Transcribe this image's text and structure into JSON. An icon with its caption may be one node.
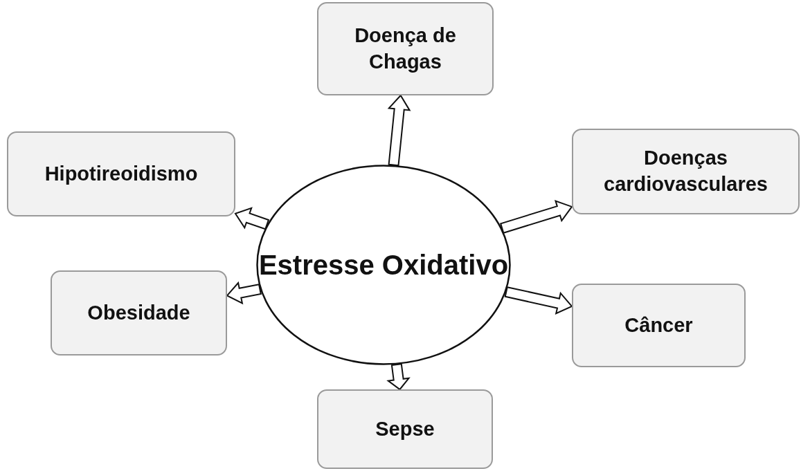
{
  "diagram": {
    "nodes": [
      {
        "text": [
          "Estresse Oxidativo"
        ]
      },
      {
        "text": [
          "Doença de Chagas"
        ]
      },
      {
        "text": [
          "Hipotireoidismo"
        ]
      },
      {
        "text": [
          "Doenças cardiovasculares"
        ]
      },
      {
        "text": [
          "Obesidade"
        ]
      },
      {
        "text": [
          "Câncer"
        ]
      },
      {
        "text": [
          "Sepse"
        ]
      }
    ],
    "edges": [
      {
        "from": 0,
        "to": 1,
        "arrow": "to"
      },
      {
        "from": 0,
        "to": 2,
        "arrow": "to"
      },
      {
        "from": 0,
        "to": 3,
        "arrow": "to"
      },
      {
        "from": 0,
        "to": 4,
        "arrow": "to"
      },
      {
        "from": 0,
        "to": 5,
        "arrow": "to"
      },
      {
        "from": 0,
        "to": 6,
        "arrow": "to"
      }
    ]
  }
}
